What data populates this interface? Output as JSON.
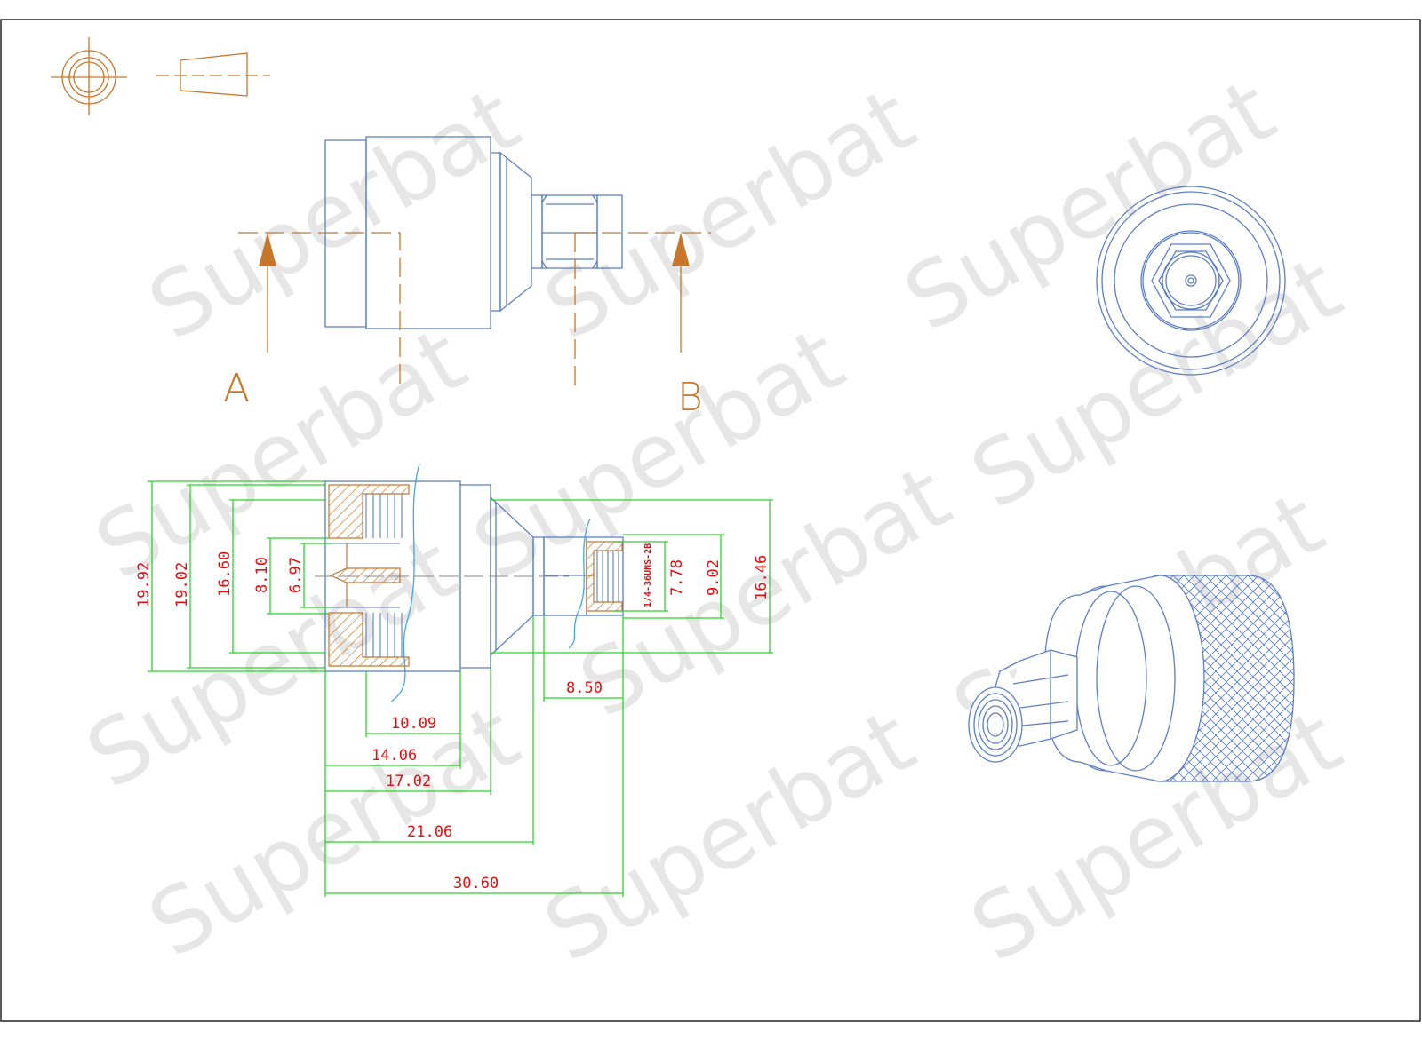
{
  "colors": {
    "outline": "#5b7fc3",
    "section": "#c8762a",
    "dimension": "#2bd42b",
    "dim_text": "#e01010",
    "watermark": "#e2e2e2",
    "border": "#222222"
  },
  "watermark": "Superbat",
  "section_labels": {
    "a": "A",
    "b": "B"
  },
  "dimensions": {
    "d1992": "19.92",
    "d1902": "19.02",
    "d1660": "16.60",
    "d810": "8.10",
    "d697": "6.97",
    "thread": "1/4-36UNS-2B",
    "d778": "7.78",
    "d902": "9.02",
    "d1646": "16.46",
    "d850": "8.50",
    "d1009": "10.09",
    "d1406": "14.06",
    "d1702": "17.02",
    "d2106": "21.06",
    "d3060": "30.60"
  }
}
